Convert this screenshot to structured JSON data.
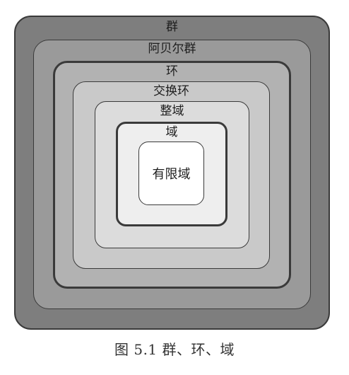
{
  "diagram": {
    "levels": [
      {
        "label": "群",
        "fill": "#7e7e7e"
      },
      {
        "label": "阿贝尔群",
        "fill": "#9a9a9a"
      },
      {
        "label": "环",
        "fill": "#b2b2b2"
      },
      {
        "label": "交换环",
        "fill": "#c9c9c9"
      },
      {
        "label": "整域",
        "fill": "#dcdcdc"
      },
      {
        "label": "域",
        "fill": "#eeeeee"
      },
      {
        "label": "有限域",
        "fill": "#ffffff"
      }
    ]
  },
  "caption": "图 5.1  群、环、域"
}
